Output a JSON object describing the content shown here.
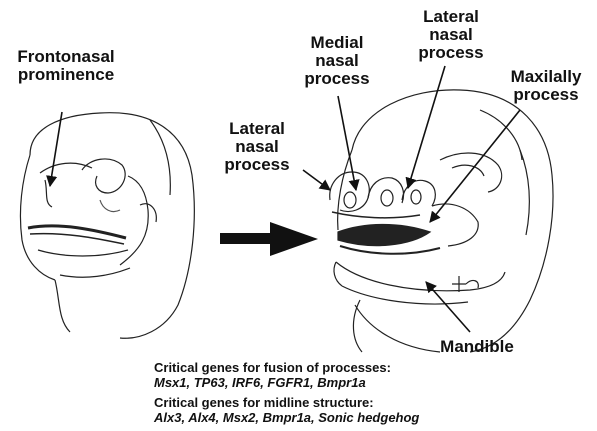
{
  "labels": {
    "frontonasal": [
      "Frontonasal",
      "prominence"
    ],
    "medial_nasal": [
      "Medial",
      "nasal",
      "process"
    ],
    "lateral_nasal_left": [
      "Lateral",
      "nasal",
      "process"
    ],
    "lateral_nasal_top": [
      "Lateral",
      "nasal",
      "process"
    ],
    "maxillary": [
      "Maxilally",
      "process"
    ],
    "mandible": "Mandible"
  },
  "captions": {
    "fusion_heading": "Critical genes for fusion of processes:",
    "fusion_genes": "Msx1, TP63, IRF6, FGFR1, Bmpr1a",
    "midline_heading": "Critical genes for midline structure:",
    "midline_genes": "Alx3, Alx4, Msx2, Bmpr1a, Sonic hedgehog"
  },
  "icons": [
    "left-embryo-sketch",
    "right-embryo-sketch",
    "progression-arrow"
  ]
}
